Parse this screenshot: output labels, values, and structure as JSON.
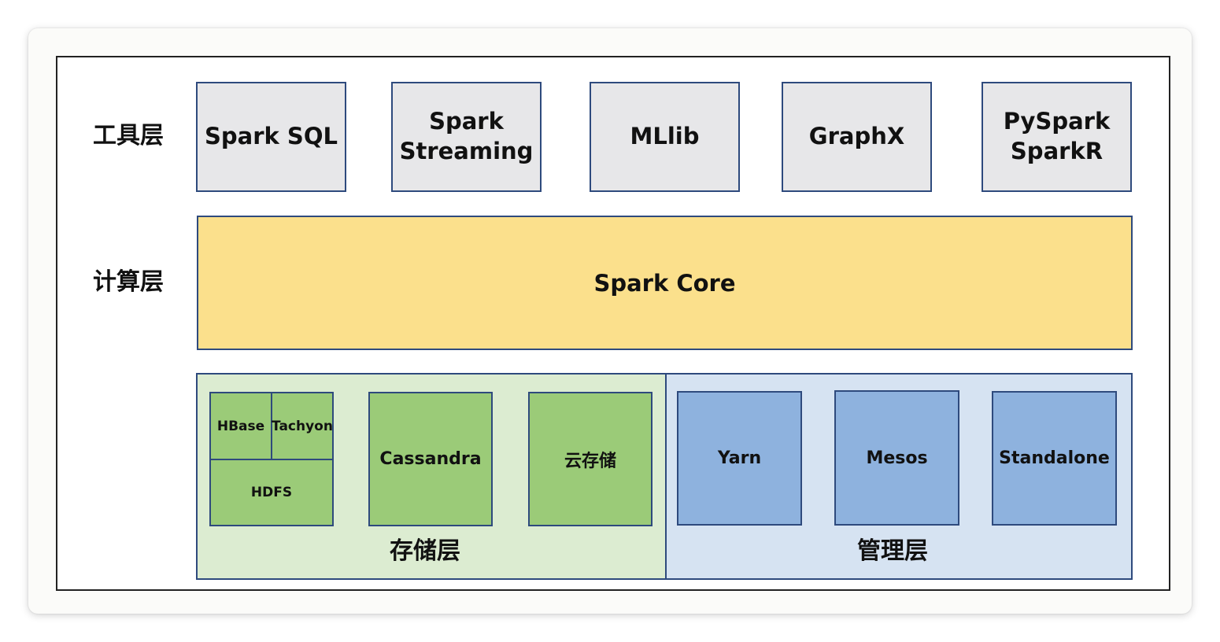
{
  "layers": {
    "tools": "工具层",
    "compute": "计算层",
    "storage": "存储层",
    "management": "管理层"
  },
  "tools": [
    "Spark SQL",
    "Spark\nStreaming",
    "MLlib",
    "GraphX",
    "PySpark\nSparkR"
  ],
  "core": "Spark Core",
  "storage": {
    "hbase": "HBase",
    "tachyon": "Tachyon",
    "hdfs": "HDFS",
    "cassandra": "Cassandra",
    "cloud": "云存储"
  },
  "management": [
    "Yarn",
    "Mesos",
    "Standalone"
  ],
  "colors": {
    "tool_fill": "#e7e7e9",
    "core_fill": "#fbe08c",
    "storage_panel": "#dcecd1",
    "storage_box": "#9bcb78",
    "mgmt_panel": "#d6e3f2",
    "mgmt_box": "#8eb2de",
    "border": "#2e4a7d"
  }
}
